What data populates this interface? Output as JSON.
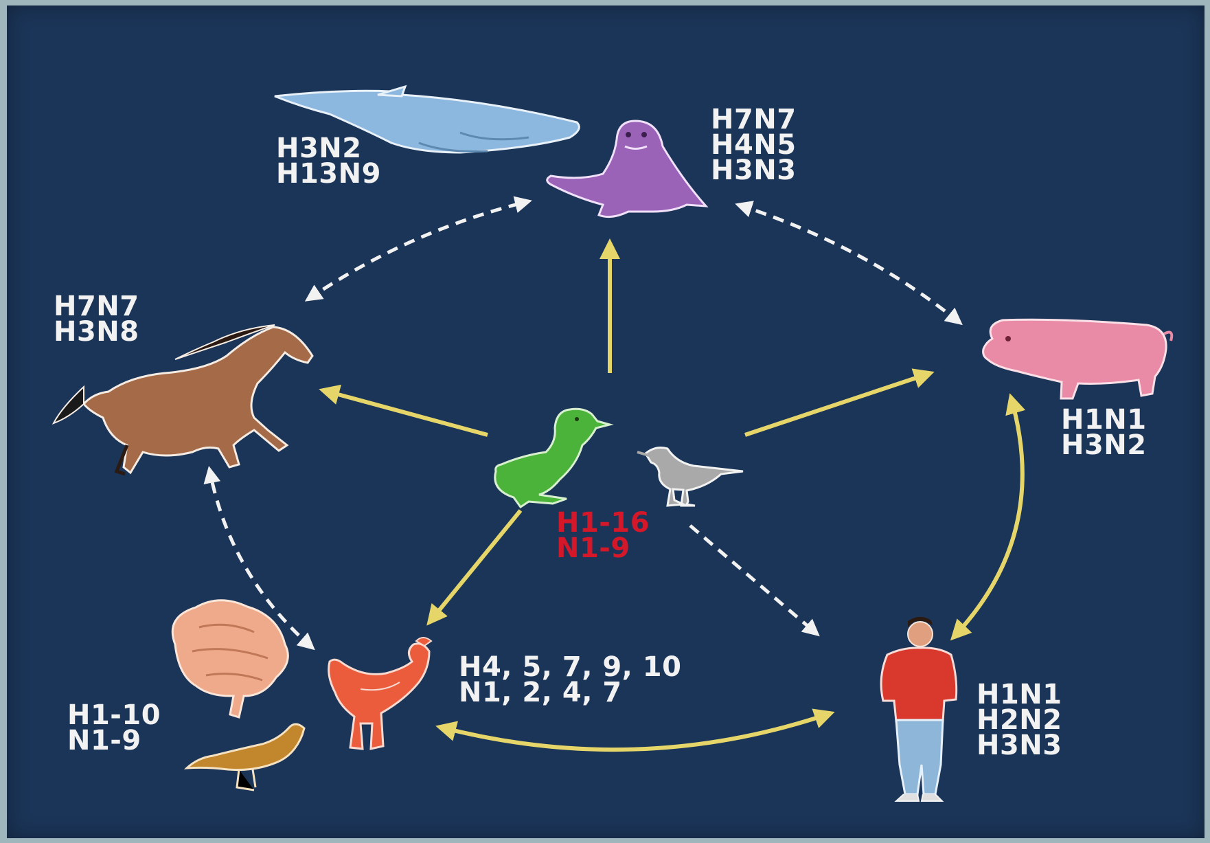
{
  "colors": {
    "background": "#1b3558",
    "label_text": "#f2f2f2",
    "central_label": "#d4182a",
    "direct_arrow": "#e6d66a",
    "dashed_arrow": "#f2f2f2",
    "duck": "#4bb33a",
    "shorebird": "#a9a9a9",
    "whale": "#8cb8e0",
    "seal": "#9a63b8",
    "horse": "#a56a48",
    "pig": "#e98aa6",
    "chicken": "#ea5c3c",
    "turkey": "#eeaa8a",
    "quail": "#c2862c",
    "human_shirt": "#d9382c",
    "human_jeans": "#8eb6d8"
  },
  "icons": [
    "whale-icon",
    "seal-icon",
    "horse-icon",
    "pig-icon",
    "duck-icon",
    "shorebird-icon",
    "chicken-icon",
    "turkey-icon",
    "quail-icon",
    "human-icon"
  ],
  "labels": {
    "whale": "H3N2\nH13N9",
    "seal": "H7N7\nH4N5\nH3N3",
    "horse": "H7N7\nH3N8",
    "pig": "H1N1\nH3N2",
    "wild_birds": "H1-16\nN1-9",
    "poultry": "H4, 5, 7, 9, 10\nN1, 2, 4, 7",
    "wild_gamebirds": "H1-10\nN1-9",
    "human": "H1N1\nH2N2\nH3N3"
  }
}
